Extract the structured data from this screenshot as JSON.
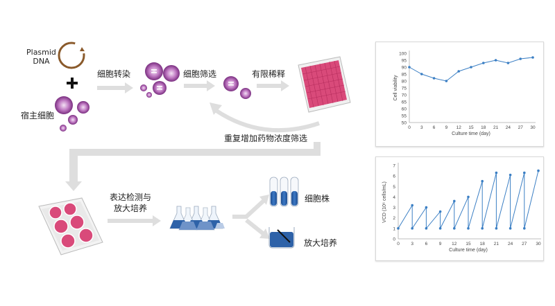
{
  "labels": {
    "plasmid": "Plasmid",
    "dna": "DNA",
    "host_cells": "宿主细胞",
    "transfection": "细胞转染",
    "screening": "细胞筛选",
    "limiting_dilution": "有限稀释",
    "repeat_screening": "重复增加药物浓度筛选",
    "expression_line1": "表达检测与",
    "expression_line2": "放大培养",
    "cell_line": "细胞株",
    "scale_up": "放大培养"
  },
  "colors": {
    "cell_purple": "#8a3f8c",
    "well_pink": "#d94a7a",
    "media_blue": "#2e62a8",
    "series_blue": "#3b7fc4",
    "arrow_gray": "#dedede"
  },
  "chart_data": [
    {
      "type": "line",
      "title": "",
      "xlabel": "Culture time (day)",
      "ylabel": "Cell viability",
      "x": [
        0,
        3,
        6,
        9,
        12,
        15,
        18,
        21,
        24,
        27,
        30
      ],
      "values": [
        90,
        85,
        82,
        80,
        87,
        90,
        93,
        95,
        93,
        96,
        97
      ],
      "xticks": [
        "0",
        "3",
        "6",
        "9",
        "12",
        "15",
        "18",
        "21",
        "24",
        "27",
        "30"
      ],
      "yticks": [
        "50",
        "55",
        "60",
        "65",
        "70",
        "75",
        "80",
        "85",
        "90",
        "95",
        "100"
      ],
      "xlim": [
        0,
        30
      ],
      "ylim": [
        50,
        100
      ],
      "grid": false
    },
    {
      "type": "line",
      "title": "",
      "xlabel": "Culture time (day)",
      "ylabel": "VCD (10⁶ cells/mL)",
      "x": [
        0,
        3,
        3,
        6,
        6,
        9,
        9,
        12,
        12,
        15,
        15,
        18,
        18,
        21,
        21,
        24,
        24,
        27,
        27,
        30
      ],
      "values": [
        1,
        3.2,
        1,
        3.0,
        1,
        2.6,
        1,
        3.6,
        1,
        4.0,
        1,
        5.5,
        1,
        6.3,
        1,
        6.1,
        1,
        6.3,
        1,
        6.5
      ],
      "xticks": [
        "0",
        "3",
        "6",
        "9",
        "12",
        "15",
        "18",
        "21",
        "24",
        "27",
        "30"
      ],
      "yticks": [
        "0",
        "1",
        "2",
        "3",
        "4",
        "5",
        "6",
        "7"
      ],
      "xlim": [
        0,
        30
      ],
      "ylim": [
        0,
        7
      ],
      "grid": false
    }
  ]
}
